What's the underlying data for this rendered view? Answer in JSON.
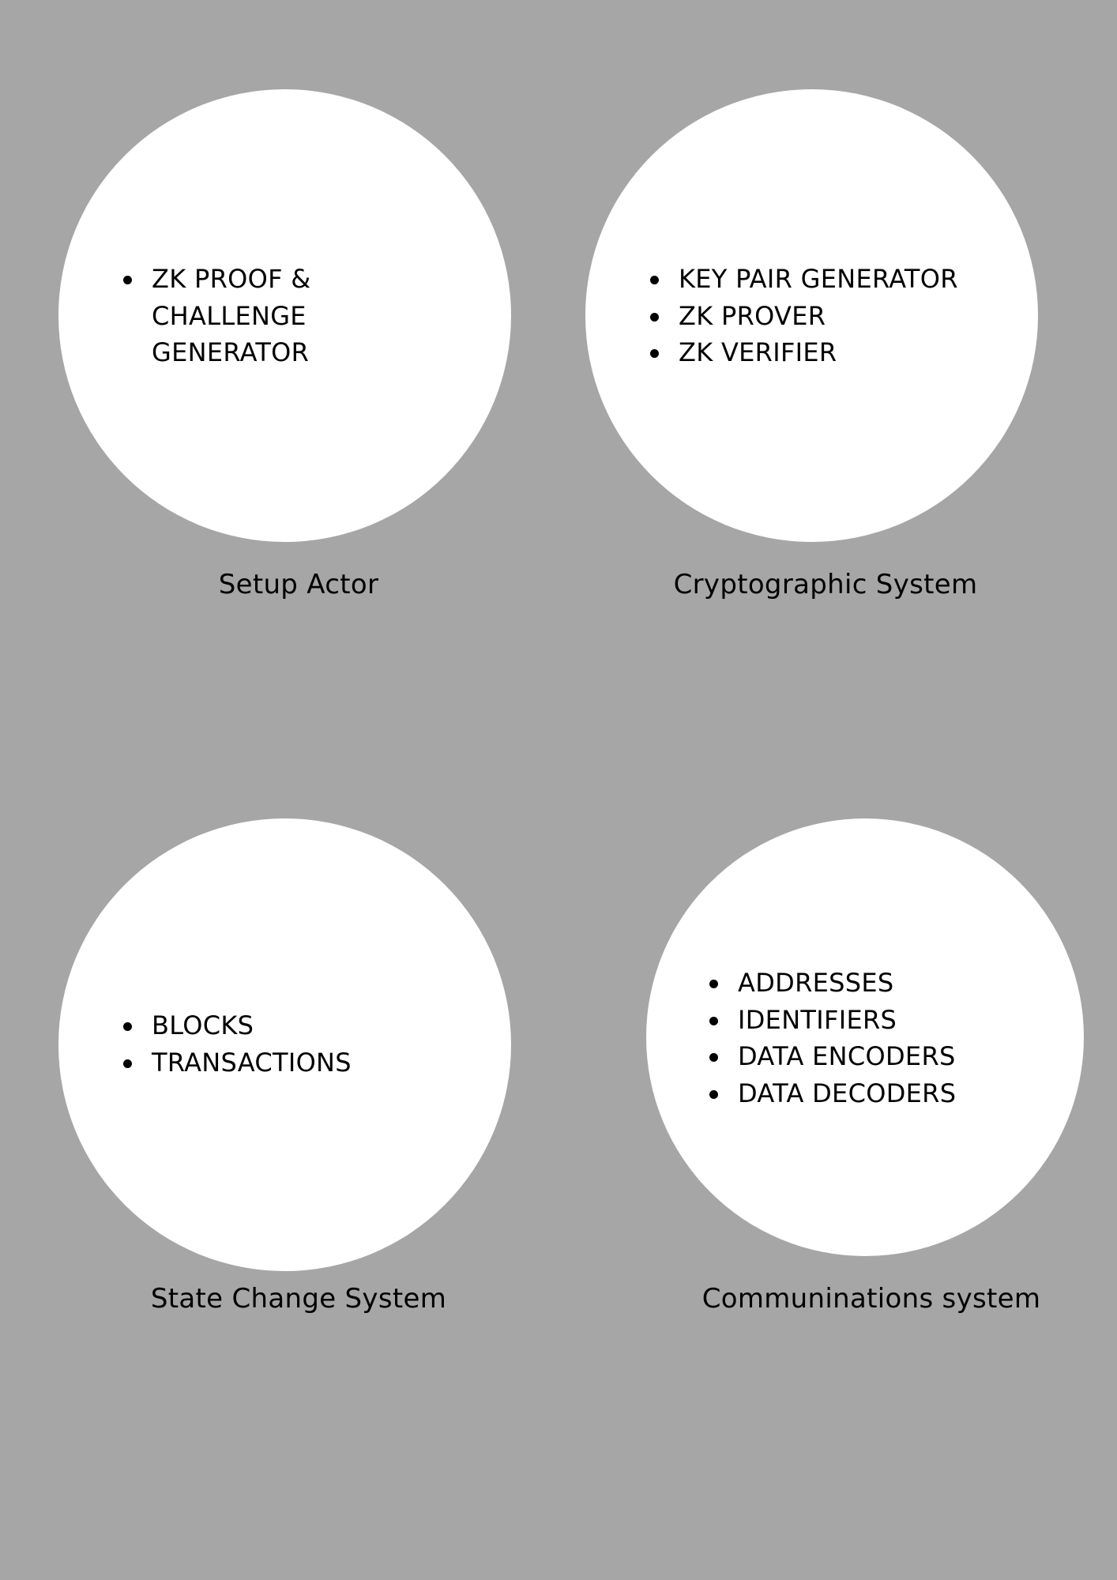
{
  "colors": {
    "background": "#a6a6a6",
    "circle_fill": "#ffffff",
    "text": "#000000"
  },
  "nodes": [
    {
      "label": "Setup Actor",
      "items": [
        "ZK PROOF & CHALLENGE GENERATOR"
      ]
    },
    {
      "label": "Cryptographic System",
      "items": [
        "KEY PAIR GENERATOR",
        "ZK PROVER",
        "ZK VERIFIER"
      ]
    },
    {
      "label": "State Change System",
      "items": [
        "BLOCKS",
        "TRANSACTIONS"
      ]
    },
    {
      "label": "Communinations system",
      "items": [
        "ADDRESSES",
        "IDENTIFIERS",
        "DATA ENCODERS",
        "DATA DECODERS"
      ]
    }
  ]
}
